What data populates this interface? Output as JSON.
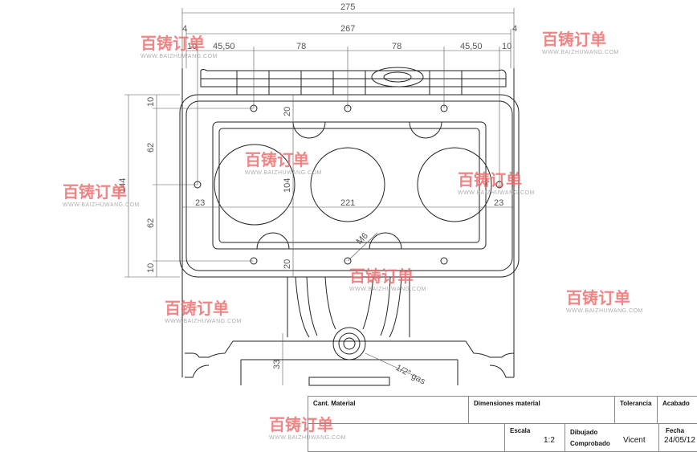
{
  "dimensions": {
    "overall_width": "275",
    "inner_width": "267",
    "offset_left": "4",
    "offset_right": "4",
    "top_chain": [
      "10",
      "45,50",
      "78",
      "78",
      "45,50",
      "10"
    ],
    "overall_height": "144",
    "left_chain": [
      "10",
      "62",
      "62",
      "10"
    ],
    "center_chain": [
      "20",
      "104",
      "20"
    ],
    "horizontal_chain": [
      "23",
      "221",
      "23"
    ],
    "thread": "M6",
    "base_height": "33",
    "port": "1/2\" gas"
  },
  "title_block": {
    "cant_material": "Cant. Material",
    "dimensiones_material": "Dimensiones material",
    "tolerancia": "Tolerancia",
    "acabado": "Acabado",
    "escala_label": "Escala",
    "escala_value": "1:2",
    "dibujado_label": "Dibujado",
    "comprobado_label": "Comprobado",
    "author": "Vicent",
    "fecha_label": "Fecha",
    "fecha_value": "24/05/12"
  },
  "watermark": {
    "logo": "百铸订单",
    "url": "WWW.BAIZHUWANG.COM"
  }
}
